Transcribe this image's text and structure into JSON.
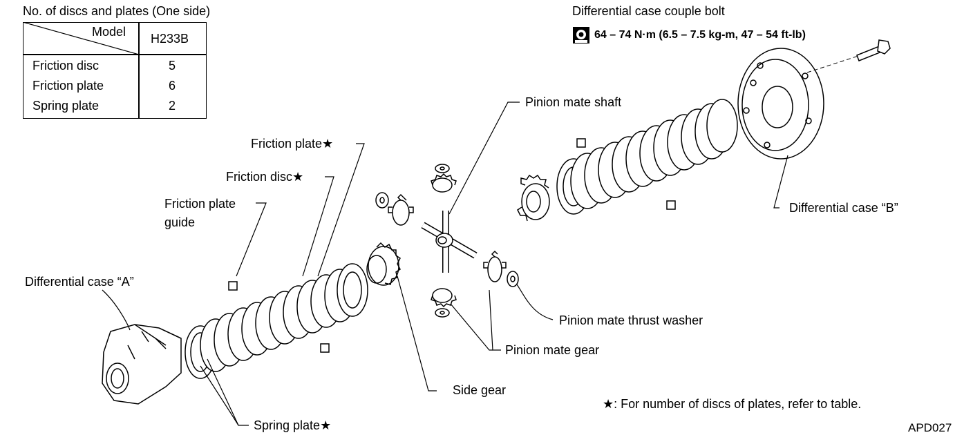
{
  "table": {
    "caption": "No. of discs and plates (One side)",
    "header_diag": "Model",
    "model": "H233B",
    "rows": [
      {
        "label": "Friction disc",
        "value": "5"
      },
      {
        "label": "Friction plate",
        "value": "6"
      },
      {
        "label": "Spring plate",
        "value": "2"
      }
    ]
  },
  "bolt": {
    "title": "Differential case couple bolt",
    "torque": "64 – 74 N·m (6.5 – 7.5 kg-m, 47 – 54 ft-lb)",
    "icon": "torque-wrench-icon"
  },
  "labels": {
    "pinion_mate_shaft": "Pinion mate shaft",
    "diff_case_b": "Differential case “B”",
    "friction_plate": "Friction plate★",
    "friction_disc": "Friction disc★",
    "friction_plate_guide_1": "Friction plate",
    "friction_plate_guide_2": "guide",
    "diff_case_a": "Differential case “A”",
    "pinion_thrust_washer": "Pinion mate thrust washer",
    "pinion_mate_gear": "Pinion mate gear",
    "side_gear": "Side gear",
    "spring_plate": "Spring plate★"
  },
  "footnote": "★: For number of discs of plates, refer to table.",
  "code": "APD027"
}
